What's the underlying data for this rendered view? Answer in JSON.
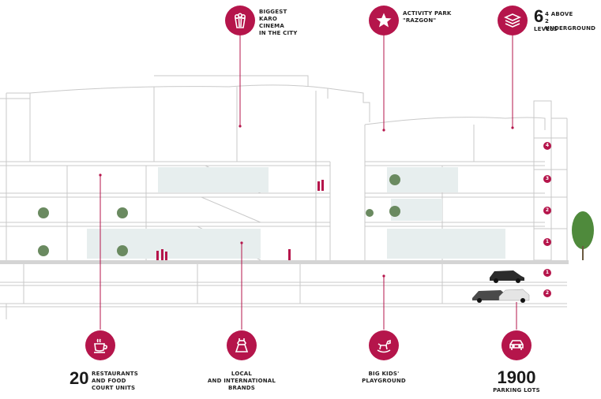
{
  "colors": {
    "accent": "#b5154b",
    "line": "#c9c9c9",
    "glass": "#e7eeee"
  },
  "top_features": [
    {
      "icon": "popcorn-icon",
      "lines": [
        "BIGGEST",
        "KARO",
        "CINEMA",
        "IN THE CITY"
      ]
    },
    {
      "icon": "star-icon",
      "lines": [
        "ACTIVITY PARK",
        "\"RAZGON\""
      ]
    },
    {
      "icon": "layers-icon",
      "number": "6",
      "lines": [
        "4 ABOVE",
        "2 UNDERGROUND",
        "LEVELS"
      ]
    }
  ],
  "bottom_features": [
    {
      "icon": "coffee-cup-icon",
      "number": "20",
      "lines": [
        "RESTAURANTS",
        "AND FOOD",
        "COURT UNITS"
      ]
    },
    {
      "icon": "dress-icon",
      "lines": [
        "LOCAL",
        "AND INTERNATIONAL",
        "BRANDS"
      ]
    },
    {
      "icon": "rocking-horse-icon",
      "lines": [
        "BIG KIDS'",
        "PLAYGROUND"
      ]
    },
    {
      "icon": "car-icon",
      "number": "1900",
      "lines": [
        "PARKING LOTS"
      ]
    }
  ],
  "levels_above": [
    "4",
    "3",
    "2",
    "1"
  ],
  "levels_below": [
    "1",
    "2"
  ]
}
